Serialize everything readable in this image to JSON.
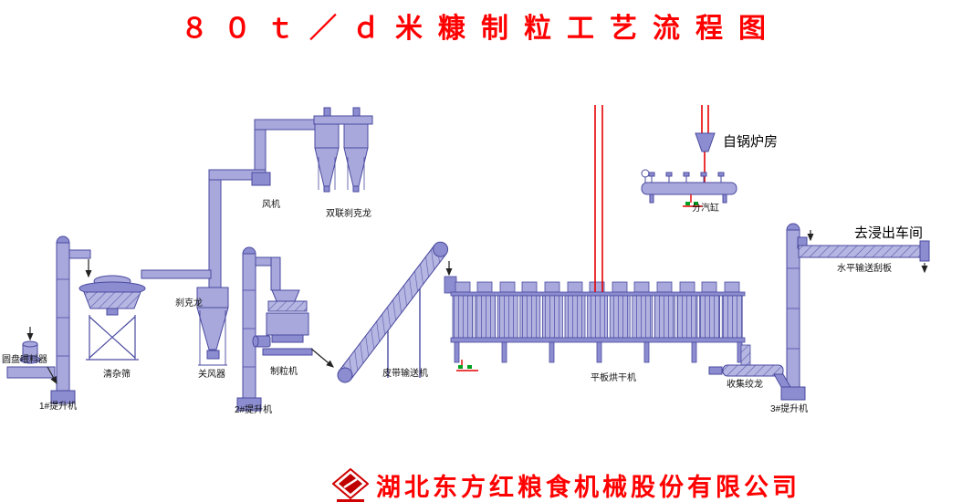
{
  "title": "８０ｔ／ｄ米糠制粒工艺流程图",
  "colors": {
    "title_red": "#ff0000",
    "steam_line_red": "#e60000",
    "equipment_fill": "#a8a8dc",
    "equipment_dark": "#8c8cd0",
    "equipment_stroke": "#4a4aa0",
    "valve_green": "#00a020"
  },
  "labels": {
    "fan": "风机",
    "double_cyclone": "双联刹克龙",
    "from_boiler": "自锅炉房",
    "steam_header": "分汽缸",
    "to_extraction": "去浸出车间",
    "horizontal_scraper": "水平输送刮板",
    "cyclone": "刹克龙",
    "disc_feeder": "圆盘喂料器",
    "cleaning_sieve": "清杂筛",
    "airlock": "关风器",
    "pelletizer": "制粒机",
    "belt_conveyor": "皮带输送机",
    "plate_dryer": "平板烘干机",
    "collect_auger": "收集绞龙",
    "elevator1": "1#提升机",
    "elevator2": "2#提升机",
    "elevator3": "3#提升机"
  },
  "icons": {
    "company_logo": "diamond-brand-logo"
  },
  "footer": {
    "company": "湖北东方红粮食机械股份有限公司"
  }
}
